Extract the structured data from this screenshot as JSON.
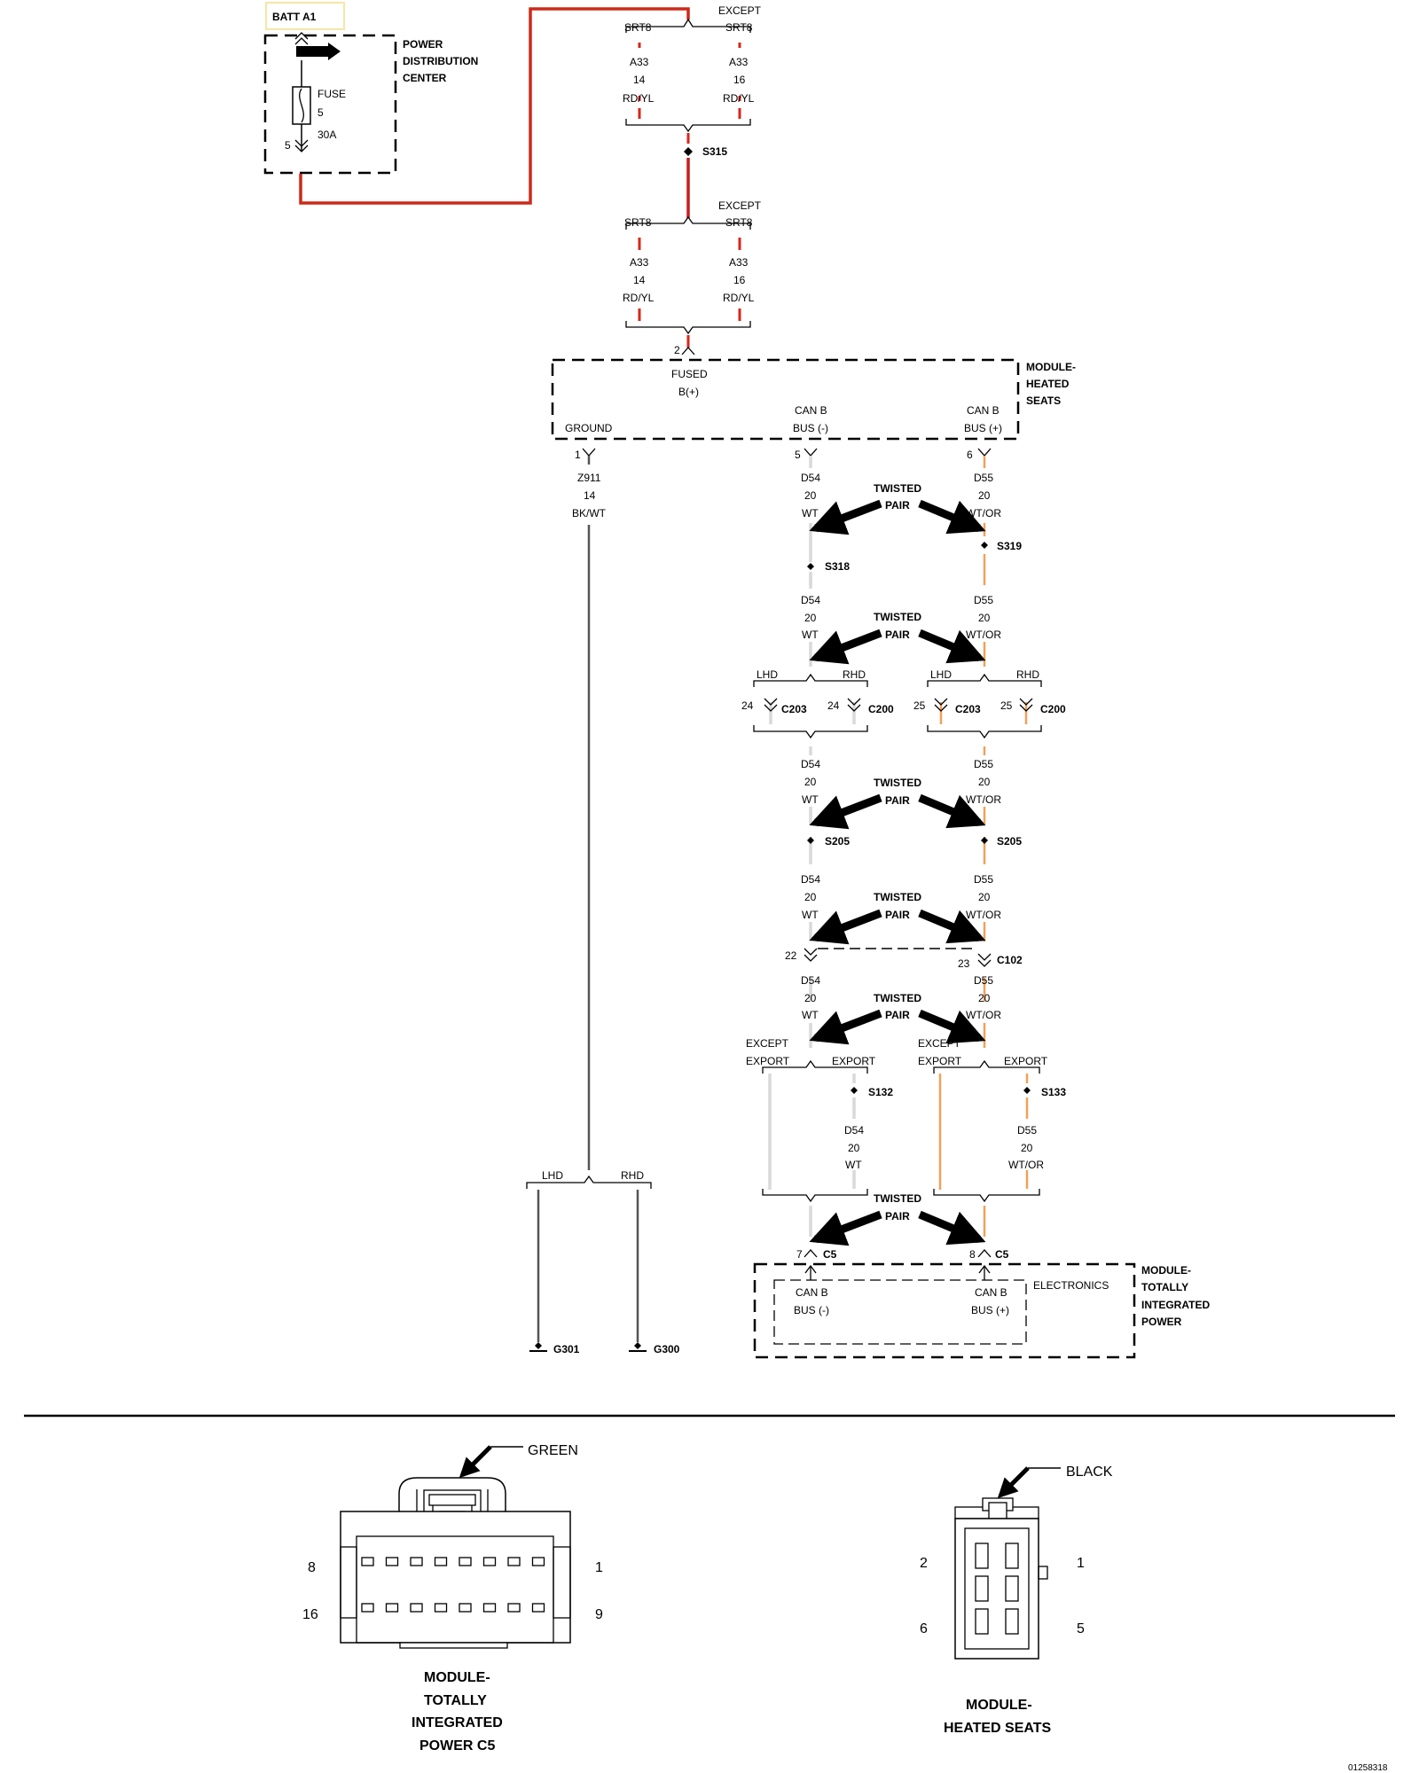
{
  "batt_label": "BATT A1",
  "pdc": {
    "name": [
      "POWER",
      "DISTRIBUTION",
      "CENTER"
    ],
    "fuse_label": "FUSE",
    "fuse_number": "5",
    "fuse_rating": "30A",
    "pin": "5"
  },
  "feed_top": {
    "except": "EXCEPT",
    "left": {
      "variant": "SRT8",
      "circuit": "A33",
      "gauge": "14",
      "color": "RD/YL"
    },
    "right": {
      "variant": "SRT8",
      "circuit": "A33",
      "gauge": "16",
      "color": "RD/YL"
    },
    "splice": "S315"
  },
  "feed_bottom": {
    "except": "EXCEPT",
    "left": {
      "variant": "SRT8",
      "circuit": "A33",
      "gauge": "14",
      "color": "RD/YL"
    },
    "right": {
      "variant": "SRT8",
      "circuit": "A33",
      "gauge": "16",
      "color": "RD/YL"
    }
  },
  "heated_seats_module": {
    "name": [
      "MODULE-",
      "HEATED",
      "SEATS"
    ],
    "pin_fused": "2",
    "fused": [
      "FUSED",
      "B(+)"
    ],
    "ground": "GROUND",
    "pin_ground": "1",
    "can_minus": [
      "CAN B",
      "BUS (-)"
    ],
    "pin_can_minus": "5",
    "can_plus": [
      "CAN B",
      "BUS (+)"
    ],
    "pin_can_plus": "6"
  },
  "ground_wire": {
    "circuit": "Z911",
    "gauge": "14",
    "color": "BK/WT",
    "lhd": "LHD",
    "rhd": "RHD",
    "g_left": "G301",
    "g_right": "G300"
  },
  "twisted_pair": [
    "TWISTED",
    "PAIR"
  ],
  "d54": {
    "circuit": "D54",
    "gauge": "20",
    "color": "WT"
  },
  "d55": {
    "circuit": "D55",
    "gauge": "20",
    "color": "WT/OR"
  },
  "splices": {
    "s318": "S318",
    "s319": "S319",
    "s205": "S205",
    "s132": "S132",
    "s133": "S133"
  },
  "c203_c200": {
    "lhd": "LHD",
    "rhd": "RHD",
    "c203": "C203",
    "c200": "C200",
    "pin24": "24",
    "pin25": "25"
  },
  "c102": {
    "name": "C102",
    "pin22": "22",
    "pin23": "23"
  },
  "export": {
    "except": "EXCEPT",
    "export": "EXPORT"
  },
  "tipm": {
    "name": [
      "MODULE-",
      "TOTALLY",
      "INTEGRATED",
      "POWER"
    ],
    "electronics": "ELECTRONICS",
    "pin7": "7",
    "pin8": "8",
    "c5": "C5",
    "can_minus": [
      "CAN B",
      "BUS (-)"
    ],
    "can_plus": [
      "CAN B",
      "BUS (+)"
    ]
  },
  "connector_c5": {
    "color_label": "GREEN",
    "pin8": "8",
    "pin1": "1",
    "pin16": "16",
    "pin9": "9",
    "caption": [
      "MODULE-",
      "TOTALLY",
      "INTEGRATED",
      "POWER C5"
    ]
  },
  "connector_hs": {
    "color_label": "BLACK",
    "pin2": "2",
    "pin1": "1",
    "pin6": "6",
    "pin5": "5",
    "caption": [
      "MODULE-",
      "HEATED SEATS"
    ]
  },
  "figure_id": "01258318",
  "colors": {
    "rd_yl": "#d7261b",
    "orange_tracer": "#f0a15a",
    "white_wire": "#d9d9d9",
    "ground_wire": "#555555",
    "highlight": "#f5e6a8"
  }
}
